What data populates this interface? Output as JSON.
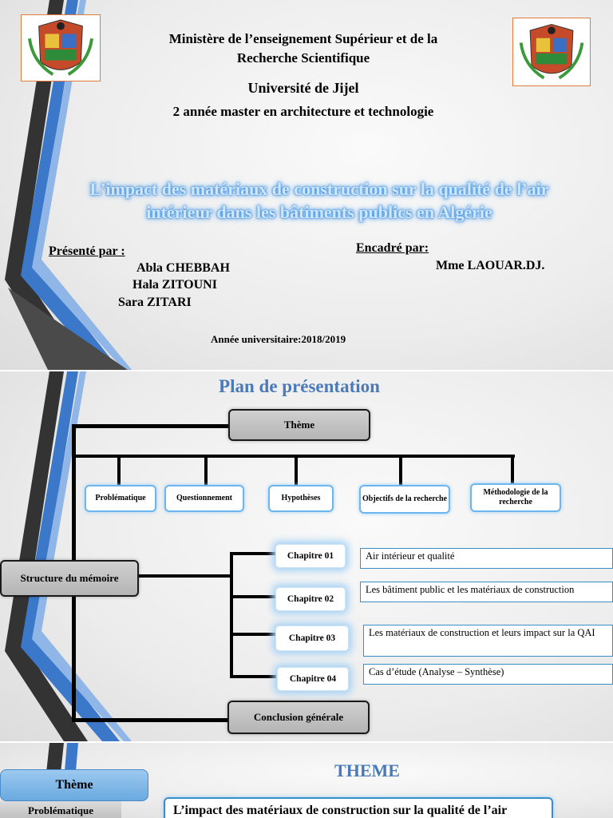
{
  "slide1": {
    "ministry_line1": "Ministère de l’enseignement Supérieur et de la",
    "ministry_line2": "Recherche  Scientifique",
    "university": "Université de Jijel",
    "program": "2 année master en architecture et technologie",
    "title_line1": "L’impact des matériaux de construction sur la qualité de l’air",
    "title_line2": "intérieur dans les bâtiments publics en Algérie",
    "presented_by_label": "Présenté par :",
    "authors": [
      "Abla CHEBBAH",
      "Hala ZITOUNI",
      "Sara ZITARI"
    ],
    "supervised_by_label": "Encadré par:",
    "supervisor": "Mme LAOUAR.DJ.",
    "academic_year": "Année universitaire:2018/2019"
  },
  "slide2": {
    "title": "Plan  de présentation",
    "theme": "Thème",
    "sub_items": [
      "Problématique",
      "Questionnement",
      "Hypothèses",
      "Objectifs de la recherche",
      "Méthodologie de la recherche"
    ],
    "structure": "Structure du mémoire",
    "chapters": [
      {
        "label": "Chapitre 01",
        "desc": "Air intérieur et qualité"
      },
      {
        "label": "Chapitre 02",
        "desc": "Les bâtiment public et les matériaux de construction"
      },
      {
        "label": "Chapitre 03",
        "desc": "Les  matériaux de construction et leurs impact sur la QAI"
      },
      {
        "label": "Chapitre 04",
        "desc": "Cas d’étude (Analyse – Synthèse)"
      }
    ],
    "conclusion": "Conclusion générale"
  },
  "slide3": {
    "title": "THEME",
    "nav_theme": "Thème",
    "nav_problematique": "Problématique",
    "box_text": "L’impact des matériaux de construction sur la qualité de l’air"
  },
  "colors": {
    "accent_blue": "#4a7ab8",
    "box_border_blue": "#6bb6ef",
    "logo_border": "#e07b39"
  }
}
